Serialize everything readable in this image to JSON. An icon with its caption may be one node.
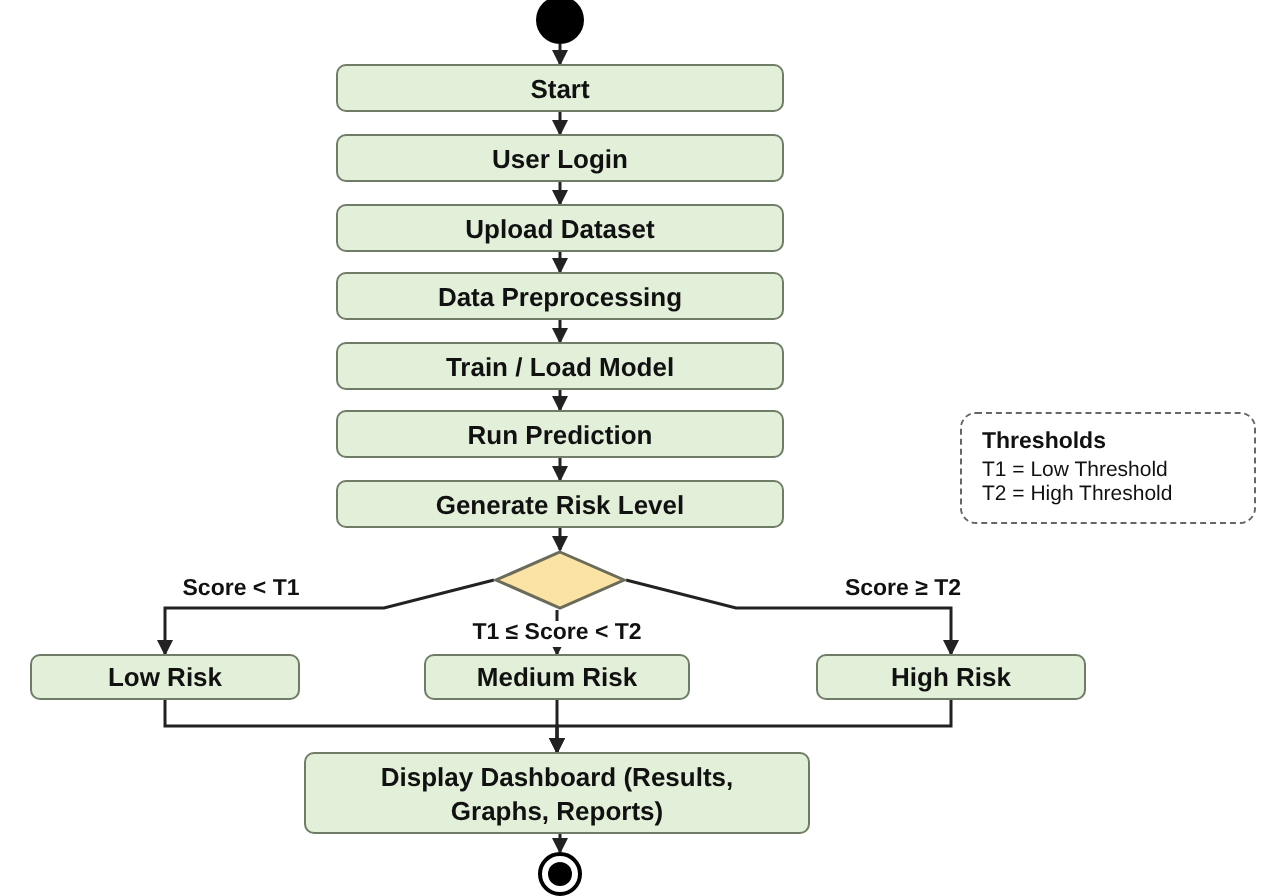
{
  "diagram": {
    "nodes": [
      {
        "text": [],
        "shape": "circle"
      },
      {
        "text": [
          "Start"
        ]
      },
      {
        "text": [
          "User Login"
        ]
      },
      {
        "text": [
          "Upload Dataset"
        ]
      },
      {
        "text": [
          "Data Preprocessing"
        ]
      },
      {
        "text": [
          "Train / Load Model"
        ]
      },
      {
        "text": [
          "Run Prediction"
        ]
      },
      {
        "text": [
          "Generate Risk Level"
        ]
      },
      {
        "text": [],
        "shape": "diamond"
      },
      {
        "text": [
          "Low Risk"
        ]
      },
      {
        "text": [
          "Medium Risk"
        ]
      },
      {
        "text": [
          "High Risk"
        ]
      },
      {
        "text": [
          "Display Dashboard (Results, Graphs, Reports)"
        ]
      },
      {
        "text": [],
        "shape": "circle"
      },
      {
        "text": [
          "Thresholds",
          "T1 = Low Threshold",
          "T2 = High Threshold"
        ]
      }
    ],
    "edges": [
      {
        "from": 0,
        "to": 1,
        "arrow": "to"
      },
      {
        "from": 1,
        "to": 2,
        "arrow": "to"
      },
      {
        "from": 2,
        "to": 3,
        "arrow": "to"
      },
      {
        "from": 3,
        "to": 4,
        "arrow": "to"
      },
      {
        "from": 4,
        "to": 5,
        "arrow": "to"
      },
      {
        "from": 5,
        "to": 6,
        "arrow": "to"
      },
      {
        "from": 6,
        "to": 7,
        "arrow": "to"
      },
      {
        "from": 7,
        "to": 8,
        "arrow": "to"
      },
      {
        "from": 8,
        "to": 9,
        "arrow": "to",
        "label": "Score < T1"
      },
      {
        "from": 8,
        "to": 10,
        "arrow": "to",
        "label": "T1 ≤ Score < T2"
      },
      {
        "from": 8,
        "to": 11,
        "arrow": "to",
        "label": "Score ≥ T2"
      },
      {
        "from": 9,
        "to": 12,
        "arrow": "to"
      },
      {
        "from": 10,
        "to": 12,
        "arrow": "to"
      },
      {
        "from": 11,
        "to": 12,
        "arrow": "to"
      },
      {
        "from": 12,
        "to": 13,
        "arrow": "to"
      }
    ]
  }
}
